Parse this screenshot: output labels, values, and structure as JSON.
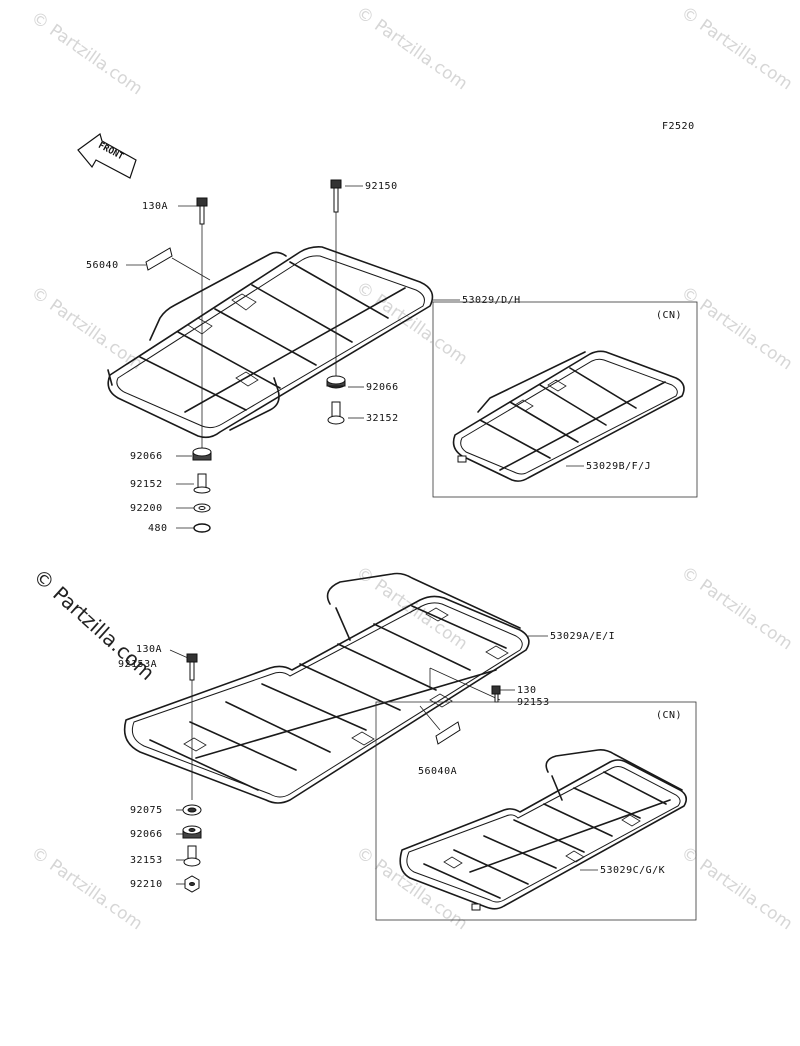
{
  "diagram_code": "F2520",
  "front_arrow": "FRONT",
  "watermark": "© Partzilla.com",
  "upper": {
    "parts": {
      "bolt_130A": "130A",
      "bolt_92150": "92150",
      "label_56040": "56040",
      "rack_53029DH": "53029/D/H",
      "damper_92066_r": "92066",
      "collar_32152_r": "32152",
      "damper_92066_l": "92066",
      "collar_92152": "92152",
      "washer_92200": "92200",
      "circlip_480": "480"
    },
    "cn_box": {
      "tag": "(CN)",
      "rack": "53029B/F/J"
    }
  },
  "lower": {
    "parts": {
      "bolt_130A": "130A",
      "bolt_92153A": "92153A",
      "rack_53029AEI": "53029A/E/I",
      "bolt_130": "130",
      "bolt_92153": "92153",
      "label_56040A": "56040A",
      "washer_92075": "92075",
      "damper_92066": "92066",
      "collar_32153": "32153",
      "nut_92210": "92210"
    },
    "cn_box": {
      "tag": "(CN)",
      "rack": "53029C/G/K"
    }
  }
}
